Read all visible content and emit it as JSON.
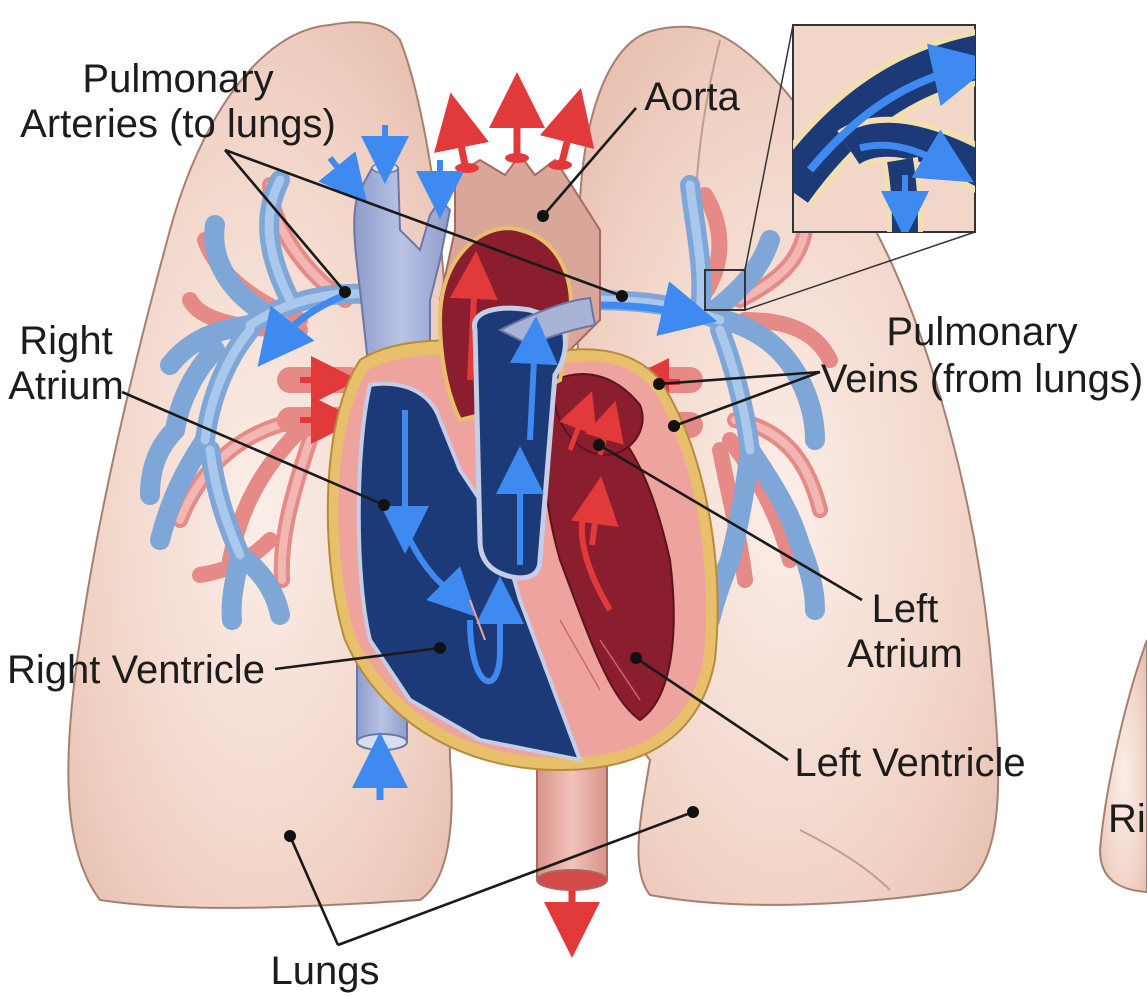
{
  "labels": {
    "pulmonary_arteries_line1": "Pulmonary",
    "pulmonary_arteries_line2": "Arteries (to lungs)",
    "aorta": "Aorta",
    "pulmonary_veins_line1": "Pulmonary",
    "pulmonary_veins_line2": "Veins (from lungs)",
    "right_atrium_line1": "Right",
    "right_atrium_line2": "Atrium",
    "left_atrium_line1": "Left",
    "left_atrium_line2": "Atrium",
    "right_ventricle": "Right Ventricle",
    "left_ventricle": "Left Ventricle",
    "lungs": "Lungs",
    "cropped_edge_text": "Ri"
  },
  "colors": {
    "lung": "#f2d6c9",
    "deoxygenated_blood": "#1d3a78",
    "oxygenated_blood": "#8b1e2e",
    "vena_cava": "#a8b3d6",
    "aorta": "#d9a69a",
    "heart_muscle": "#eea39f",
    "pericardium": "#e8bf6a",
    "blue_arrow": "#3f8af0",
    "red_arrow": "#e23a3a"
  }
}
